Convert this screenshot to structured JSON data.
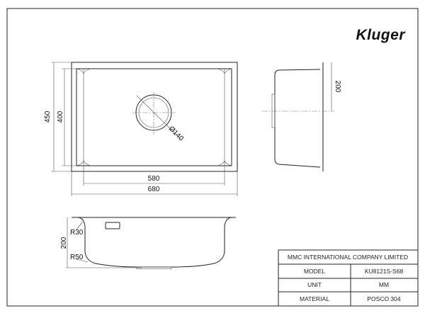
{
  "logo": "Kluger",
  "top_view": {
    "dim_overall_depth": "450",
    "dim_bowl_depth": "400",
    "dim_bowl_width": "580",
    "dim_overall_width": "680",
    "dim_drain": "Ø140"
  },
  "side_view": {
    "dim_height": "200"
  },
  "front_view": {
    "dim_height": "200",
    "radius_top": "R30",
    "radius_bottom": "R50"
  },
  "title_block": {
    "company": "MMC INTERNATIONAL COMPANY LIMITED",
    "rows": [
      {
        "label": "MODEL",
        "value": "KU8121S-S68"
      },
      {
        "label": "UNIT",
        "value": "MM"
      },
      {
        "label": "MATERIAL",
        "value": "POSCO 304"
      }
    ]
  }
}
